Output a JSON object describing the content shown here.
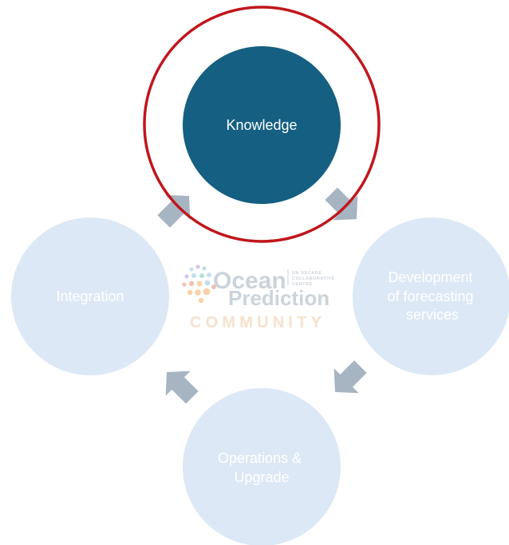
{
  "diagram": {
    "nodes": {
      "knowledge": {
        "label": "Knowledge",
        "color": "#155f82",
        "text_color": "#ffffff",
        "highlighted": true
      },
      "development": {
        "lines": [
          "Development",
          "of forecasting",
          "services"
        ],
        "color": "#dce8f5",
        "text_color": "#ffffff"
      },
      "operations": {
        "lines": [
          "Operations &",
          "Upgrade"
        ],
        "color": "#dce8f5",
        "text_color": "#ffffff"
      },
      "integration": {
        "label": "Integration",
        "color": "#dce8f5",
        "text_color": "#ffffff"
      }
    },
    "highlight_ring_color": "#c0161c",
    "arrow_color": "#a7b4c2",
    "flow_direction": "clockwise"
  },
  "logo": {
    "word1": "Ocean",
    "word2": "Prediction",
    "word3": "COMMUNITY",
    "tagline_lines": [
      "UN DECADE",
      "COLLABORATIVE",
      "CENTRE"
    ],
    "text_color": "#c3ccd5",
    "accent_color": "#f6dcc4",
    "dot_colors": [
      "#f7c99a",
      "#f2b6a6",
      "#b7d8ec",
      "#c9c0e8",
      "#a9dcd0"
    ]
  }
}
